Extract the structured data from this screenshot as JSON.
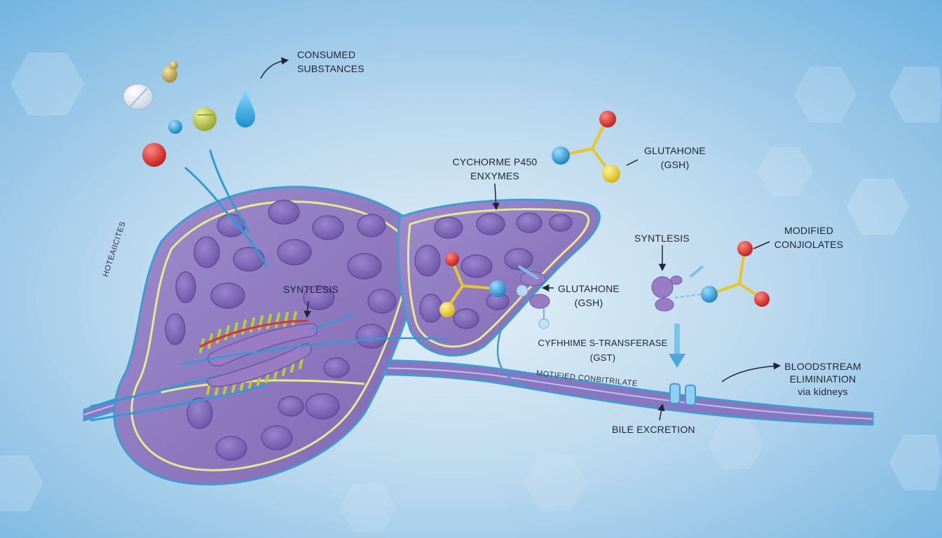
{
  "labels": {
    "consumed_1": "CONSUMED",
    "consumed_2": "SUBSTANCES",
    "cyp_1": "CYCHORME P450",
    "cyp_2": "ENXYMES",
    "gsh_top_1": "GLUTAHONE",
    "gsh_top_2": "(GSH)",
    "hepatocytes": "HOTEAIICITES",
    "synthesis_left": "SYNTLESIS",
    "synthesis_right": "SYNTLESIS",
    "gsh_mid_1": "GLUTAHONE",
    "gsh_mid_2": "(GSH)",
    "modified_1": "MODIFIED",
    "modified_2": "CONJIOLATES",
    "gst_1": "CYFHHIME S-TRANSFERASE",
    "gst_2": "(GST)",
    "duct_label": "MOTIFIED CONBITRILATE",
    "bile": "BILE EXCRETION",
    "blood_1": "BLOODSTREAM",
    "blood_2": "ELIMINIATION",
    "blood_3": "via kidneys"
  },
  "colors": {
    "background_light": "#dcebf6",
    "background_dark": "#6fb2e0",
    "liver_fill": "#8f79bf",
    "liver_outline": "#3e9ccf",
    "cell_border": "#e5e98f",
    "nucleus": "#7d63b5",
    "atom_red": "#d8332e",
    "atom_blue": "#2f9bd6",
    "atom_yellow": "#f0d22a",
    "bond_yellow": "#e8c629",
    "enzyme_purple": "#9a7cc4",
    "text": "#1f2533"
  }
}
